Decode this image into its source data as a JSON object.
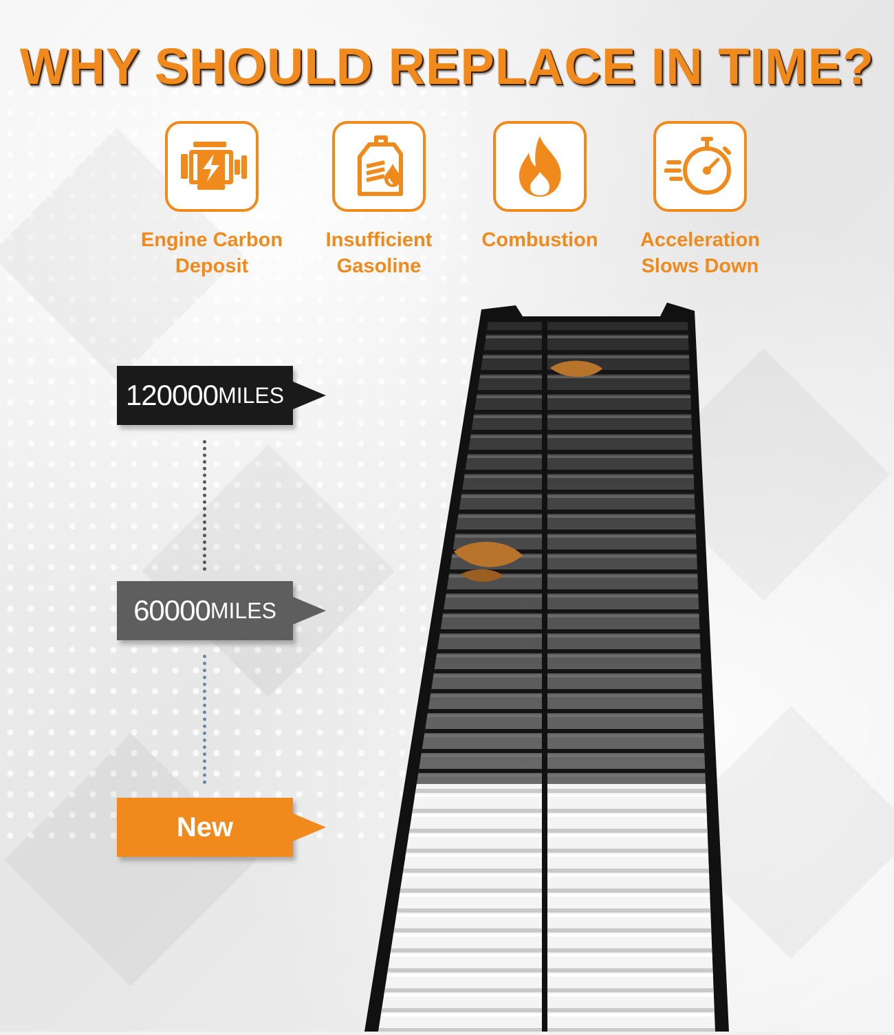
{
  "title": "WHY SHOULD REPLACE IN TIME?",
  "features": [
    {
      "label": "Engine Carbon\nDeposit",
      "icon": "engine-icon"
    },
    {
      "label": "Insufficient\nGasoline",
      "icon": "oil-can-icon"
    },
    {
      "label": "Combustion",
      "icon": "flame-icon"
    },
    {
      "label": "Acceleration\nSlows Down",
      "icon": "stopwatch-icon"
    }
  ],
  "stages": [
    {
      "number": "120000",
      "unit": "MILES",
      "color": "#1a1a1a"
    },
    {
      "number": "60000",
      "unit": "MILES",
      "color": "#5e5e5e"
    },
    {
      "label": "New",
      "color": "#f08a1c"
    }
  ],
  "colors": {
    "accent": "#f08a1c",
    "title_shadow": "#3a2200"
  }
}
